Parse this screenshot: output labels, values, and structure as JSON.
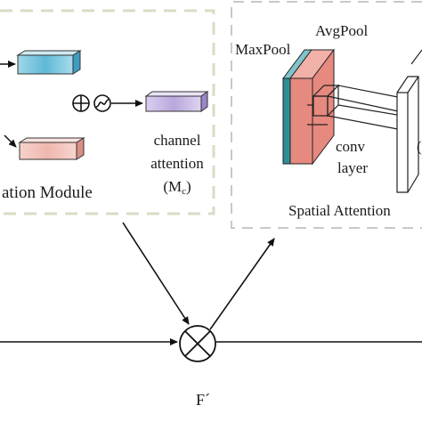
{
  "channel_module": {
    "title": "ation Module",
    "output_label_line1": "channel",
    "output_label_line2": "attention",
    "output_label_line3": "(M",
    "output_label_sub": "c",
    "output_label_close": ")"
  },
  "spatial_module": {
    "title": "Spatial Attention",
    "maxpool_label": "MaxPool",
    "avgpool_label": "AvgPool",
    "conv_label_line1": "conv",
    "conv_label_line2": "layer",
    "trailing_text": "(M"
  },
  "main_path": {
    "feature_label": "F´"
  },
  "colors": {
    "dashed_border_left": "#d8dcc4",
    "dashed_border_right": "#c8c8c8",
    "bar_blue": "#5fb9d6",
    "bar_red": "#efb7ae",
    "bar_purple": "#b9a7dc",
    "slab_teal": "#2f8f98",
    "slab_red": "#e6897f"
  }
}
